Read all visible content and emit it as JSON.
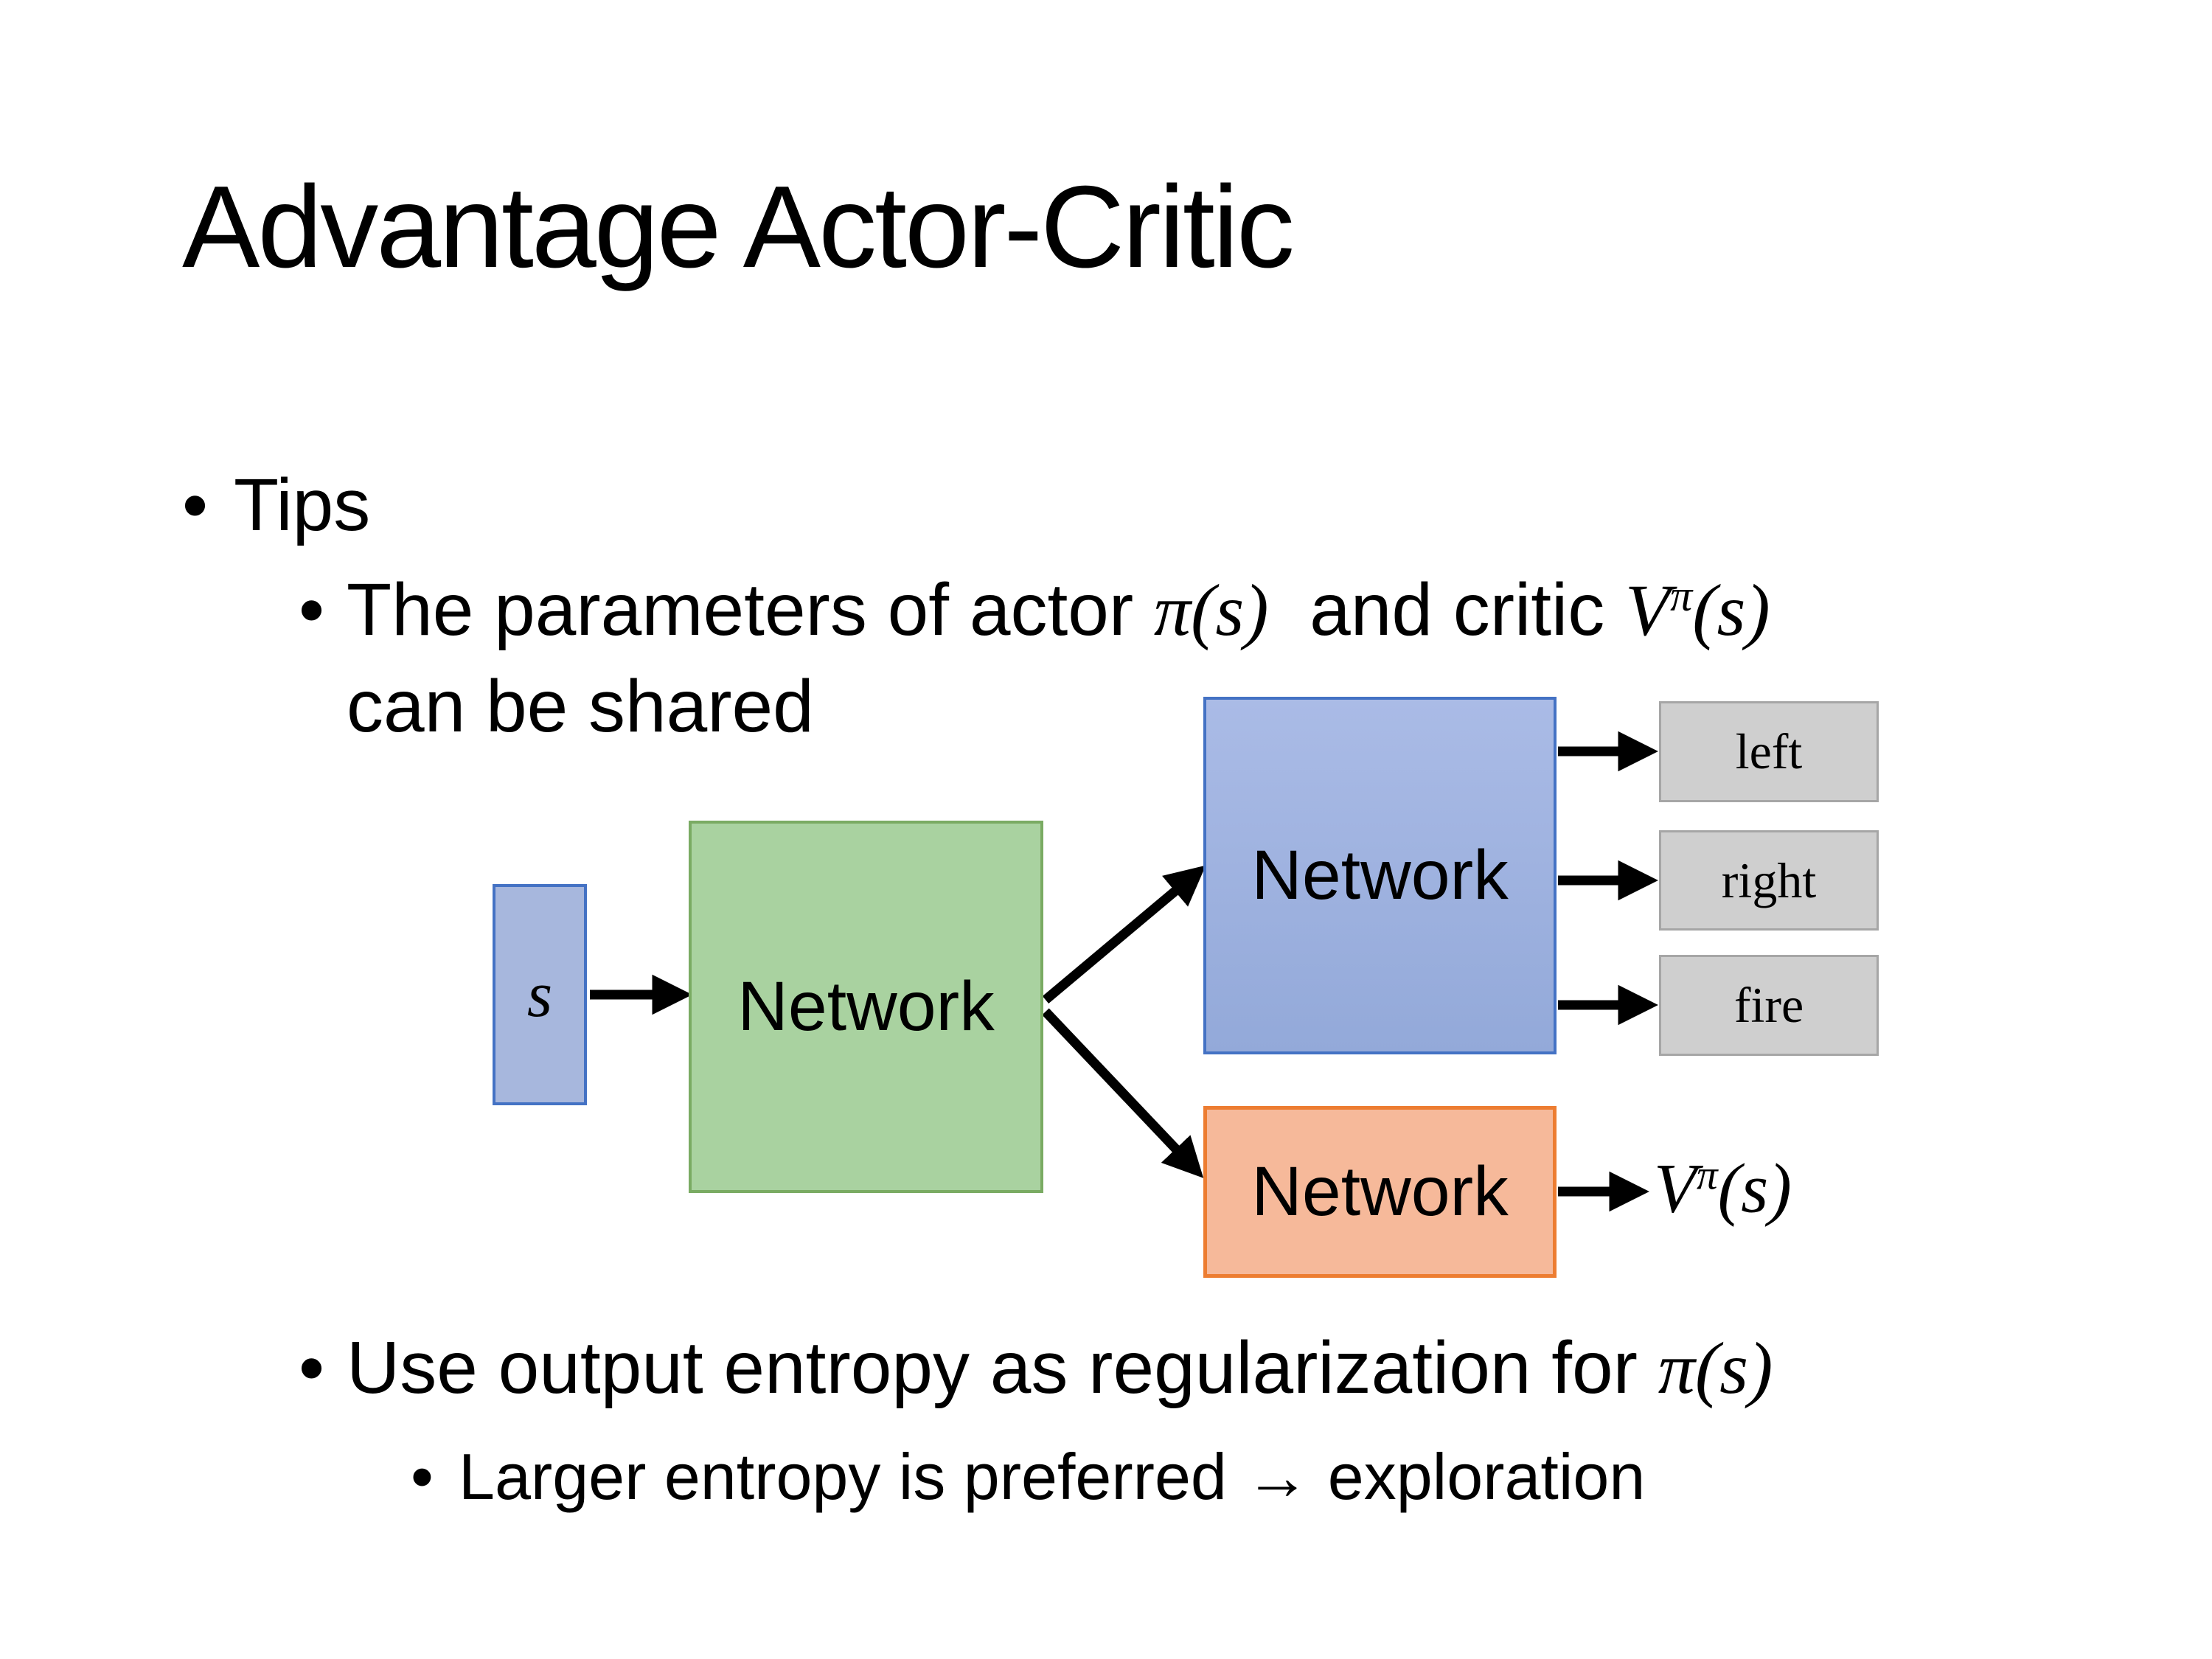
{
  "slide_title": "Advantage Actor-Critic",
  "bullets": {
    "tips": "Tips",
    "shared": {
      "prefix": "The parameters of actor ",
      "actor_math": "π(s)",
      "middle": "  and critic ",
      "critic_base": "V",
      "critic_sup": "π",
      "critic_args": "(s)",
      "line2": "can be shared"
    },
    "entropy": {
      "prefix": "Use output entropy as regularization for ",
      "math": "π(s)"
    },
    "exploration": "Larger entropy is preferred → exploration"
  },
  "diagram": {
    "input_label": "s",
    "shared_network": "Network",
    "actor_network": "Network",
    "critic_network": "Network",
    "actions": [
      "left",
      "right",
      "fire"
    ],
    "critic_output": {
      "base": "V",
      "sup": "π",
      "args": "(s)"
    },
    "colors": {
      "input_fill": "#a7b7dd",
      "input_border": "#4472c4",
      "shared_fill": "#a9d2a0",
      "shared_border": "#7aab63",
      "actor_fill_top": "#aabbe6",
      "actor_fill_bottom": "#93a9d9",
      "actor_border": "#4472c4",
      "critic_fill": "#f6b99a",
      "critic_border": "#ed7d31",
      "action_fill": "#cfcfcf",
      "action_border": "#a6a6a6",
      "arrow": "#000000"
    }
  }
}
